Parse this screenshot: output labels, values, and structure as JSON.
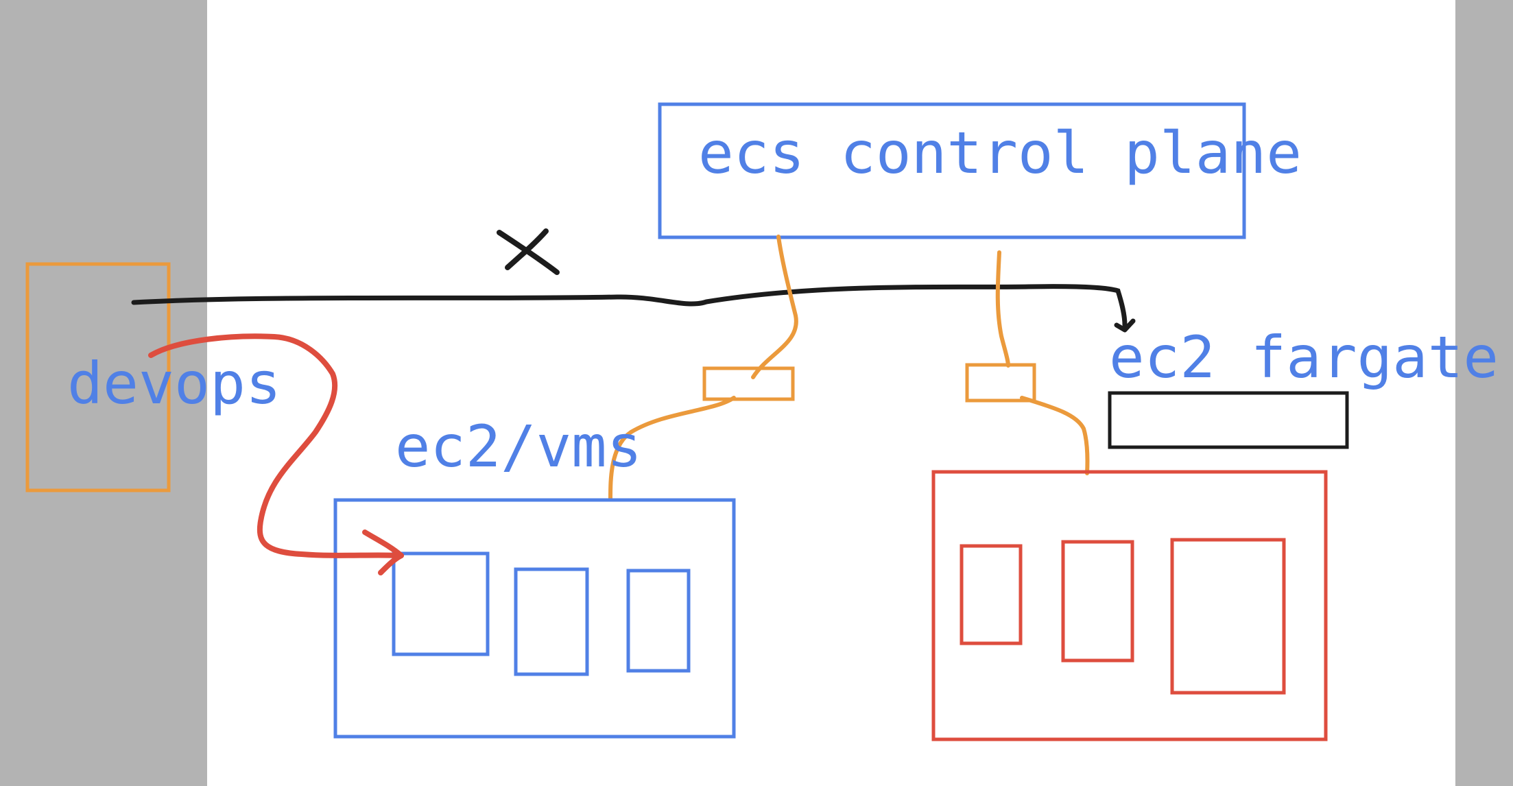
{
  "labels": {
    "ecs_control_plane": "ecs control plane",
    "devops": "devops",
    "ec2_vms": "ec2/vms",
    "ec2_fargate": "ec2 fargate"
  },
  "colors": {
    "side_panel": "#b3b3b3",
    "canvas": "#ffffff",
    "blue": "#5080e6",
    "orange": "#eb9a3c",
    "red": "#de4d3e",
    "black": "#1c1c1c"
  }
}
